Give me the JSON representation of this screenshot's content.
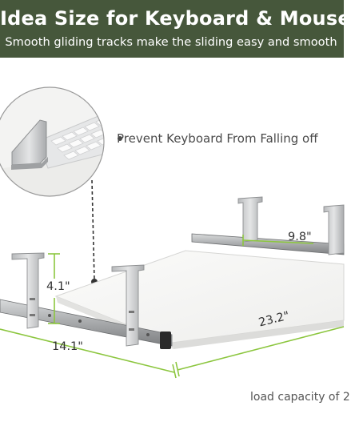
{
  "banner": {
    "title": "Idea Size for Keyboard & Mouse",
    "subtitle": "Smooth gliding tracks make the sliding easy and smooth"
  },
  "callout": {
    "text": "Prevent Keyboard From Falling off"
  },
  "dimensions": {
    "height": "4.1\"",
    "depth": "14.1\"",
    "width": "23.2\"",
    "bracket_spacing": "9.8\""
  },
  "footer": {
    "capacity_text": "load capacity of 2"
  },
  "colors": {
    "banner": "#46573b",
    "dimension_line": "#8cc63f",
    "tray": "#f4f4f2",
    "bracket": "#c9cbcc"
  }
}
